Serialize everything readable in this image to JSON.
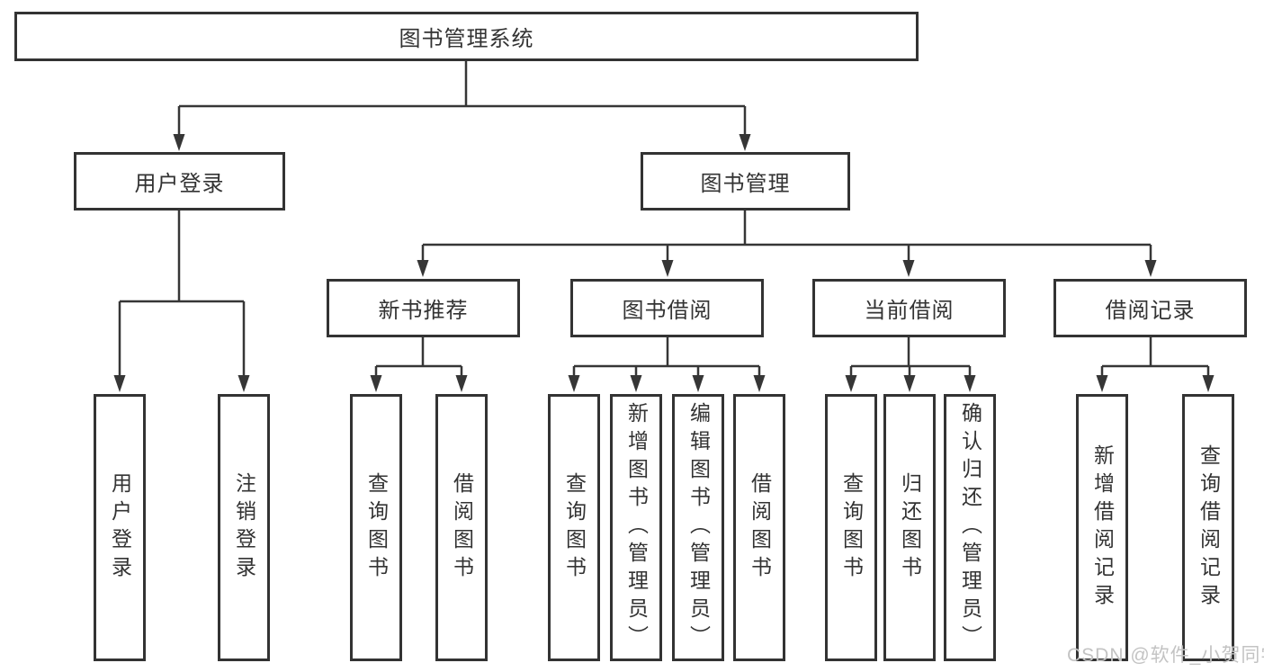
{
  "colors": {
    "line": "#363636",
    "box_border": "#333333",
    "text": "#333333",
    "watermark": "#c3c3c3",
    "background": "#ffffff"
  },
  "tree": {
    "root": {
      "label": "图书管理系统"
    },
    "branches": [
      {
        "label": "用户登录",
        "children": [
          {
            "label": "用户登录"
          },
          {
            "label": "注销登录"
          }
        ]
      },
      {
        "label": "图书管理",
        "children": [
          {
            "label": "新书推荐",
            "children": [
              {
                "label": "查询图书"
              },
              {
                "label": "借阅图书"
              }
            ]
          },
          {
            "label": "图书借阅",
            "children": [
              {
                "label": "查询图书"
              },
              {
                "label": "新增图书（管理员）"
              },
              {
                "label": "编辑图书（管理员）"
              },
              {
                "label": "借阅图书"
              }
            ]
          },
          {
            "label": "当前借阅",
            "children": [
              {
                "label": "查询图书"
              },
              {
                "label": "归还图书"
              },
              {
                "label": "确认归还（管理员）"
              }
            ]
          },
          {
            "label": "借阅记录",
            "children": [
              {
                "label": "新增借阅记录"
              },
              {
                "label": "查询借阅记录"
              }
            ]
          }
        ]
      }
    ]
  },
  "watermark": {
    "text": "CSDN @软件_小贺同学"
  }
}
